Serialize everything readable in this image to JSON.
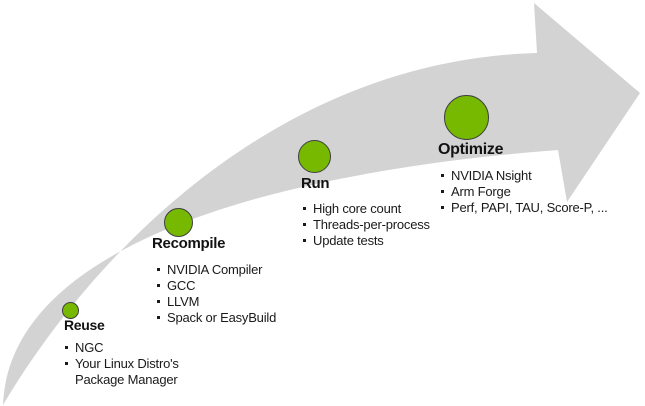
{
  "diagram": {
    "colors": {
      "green": "#76b900",
      "arrow": "#d3d3d3",
      "ink": "#1a1a1a"
    },
    "stages": [
      {
        "name": "Reuse",
        "items": [
          "NGC",
          "Your Linux Distro's Package Manager"
        ]
      },
      {
        "name": "Recompile",
        "items": [
          "NVIDIA Compiler",
          "GCC",
          "LLVM",
          "Spack or EasyBuild"
        ]
      },
      {
        "name": "Run",
        "items": [
          "High core count",
          "Threads-per-process",
          "Update tests"
        ]
      },
      {
        "name": "Optimize",
        "items": [
          "NVIDIA Nsight",
          "Arm Forge",
          "Perf, PAPI, TAU, Score-P, ..."
        ]
      }
    ]
  }
}
